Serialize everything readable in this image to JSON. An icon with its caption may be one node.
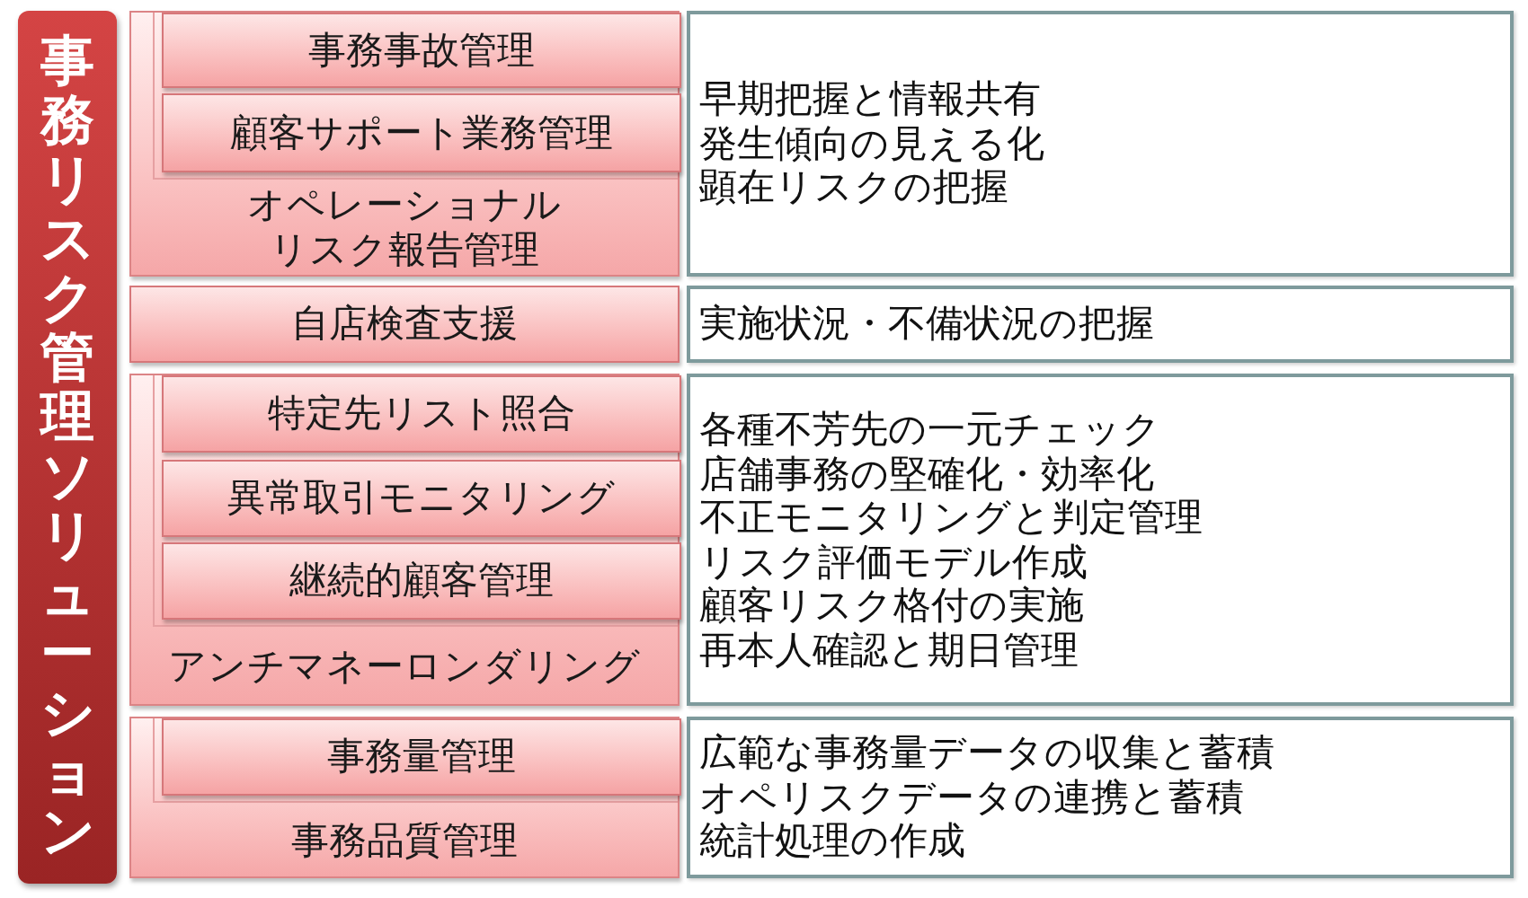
{
  "diagram": {
    "nodes": [
      {
        "text": [
          "事務リスク管理ソリューション"
        ]
      },
      {
        "text": [
          "オペレーショナルリスク報告管理"
        ]
      },
      {
        "text": [
          "事務事故管理"
        ],
        "in": 1
      },
      {
        "text": [
          "顧客サポート業務管理"
        ],
        "in": 1
      },
      {
        "text": [
          "早期把握と情報共有",
          "発生傾向の見える化",
          "顕在リスクの把握"
        ]
      },
      {
        "text": [
          "自店検査支援"
        ]
      },
      {
        "text": [
          "実施状況・不備状況の把握"
        ]
      },
      {
        "text": [
          "アンチマネーロンダリング"
        ]
      },
      {
        "text": [
          "特定先リスト照合"
        ],
        "in": 7
      },
      {
        "text": [
          "異常取引モニタリング"
        ],
        "in": 7
      },
      {
        "text": [
          "継続的顧客管理"
        ],
        "in": 7
      },
      {
        "text": [
          "各種不芳先の一元チェック",
          "店舗事務の堅確化・効率化",
          "不正モニタリングと判定管理",
          "リスク評価モデル作成",
          "顧客リスク格付の実施",
          "再本人確認と期日管理"
        ]
      },
      {
        "text": [
          "事務品質管理"
        ]
      },
      {
        "text": [
          "事務量管理"
        ],
        "in": 12
      },
      {
        "text": [
          "広範な事務量データの収集と蓄積",
          "オペリスクデータの連携と蓄積",
          "統計処理の作成"
        ]
      }
    ]
  }
}
